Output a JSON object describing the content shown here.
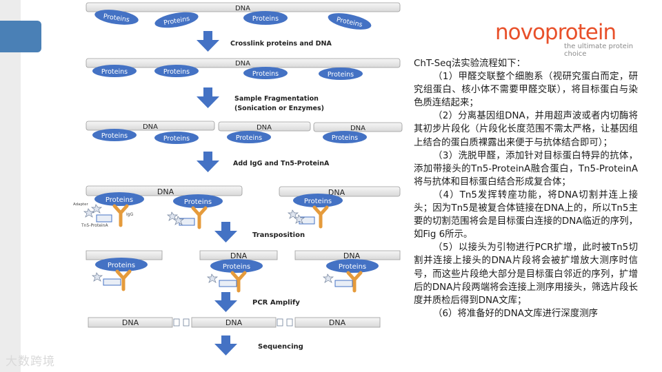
{
  "logo": {
    "word": "novoprotein",
    "tagline": "the ultimate protein choice"
  },
  "diagram": {
    "dna": "DNA",
    "protein": "Proteins",
    "adapter": "Adapter",
    "tn5": "Tn5-ProteinA",
    "igg": "IgG",
    "steps": [
      "Crosslink proteins and DNA",
      "Sample Fragmentation",
      "(Sonication or Enzymes)",
      "Add IgG and Tn5-ProteinA",
      "Transposition",
      "PCR Amplify",
      "Sequencing"
    ]
  },
  "text": {
    "title": "ChT-Seq法实验流程如下：",
    "paragraphs": [
      "（1）甲醛交联整个细胞系（视研究蛋白而定，研究组蛋白、核小体不需要甲醛交联），将目标蛋白与染色质连结起来；",
      "（2）分离基因组DNA，并用超声波或者内切酶将其初步片段化（片段化长度范围不需太严格，让基因组上结合的蛋白质裸露出来便于与抗体结合即可）；",
      "（3）洗脱甲醛，添加针对目标蛋白特异的抗体，添加带接头的Tn5-ProteinA融合蛋白，Tn5-ProteinA将与抗体和目标蛋白结合形成复合体；",
      "（4）Tn5发挥转座功能，将DNA切割并连上接头；因为Tn5是被复合体链接在DNA上的，所以Tn5主要的切割范围将会是目标蛋白连接的DNA临近的序列，如Fig 6所示。",
      "（5）以接头为引物进行PCR扩增，此时被Tn5切割并连接上接头的DNA片段将会被扩增放大测序时信号，而这些片段绝大部分是目标蛋白邻近的序列，扩增后的DNA片段两端将会连接上测序用接头，筛选片段长度并质检后得到DNA文库；",
      "（6）将准备好的DNA文库进行深度测序"
    ]
  },
  "watermark": "大数跨境",
  "colors": {
    "protein": "#4472c4",
    "arrow": "#4472c4",
    "dna_fill": "#ededed",
    "antibody": "#e59b3c",
    "logo": "#e8502a",
    "accent_tab": "#4a80b6"
  }
}
